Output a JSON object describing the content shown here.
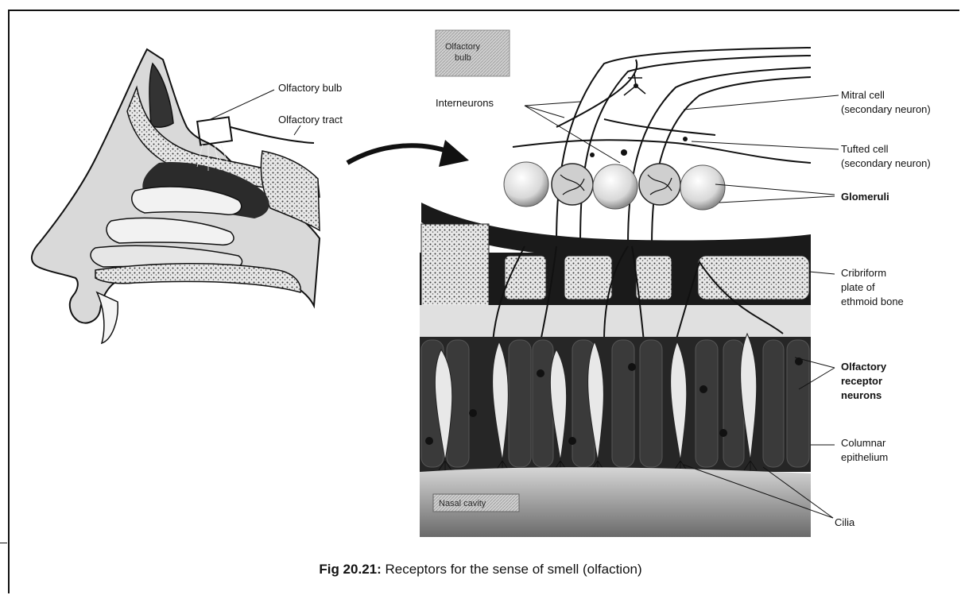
{
  "figure": {
    "caption_number": "Fig 20.21:",
    "caption_text": "Receptors for the sense of smell (olfaction)"
  },
  "labels": {
    "olfactory_bulb": "Olfactory bulb",
    "olfactory_tract": "Olfactory tract",
    "interneurons": "Interneurons",
    "mitral_cell_1": "Mitral cell",
    "mitral_cell_2": "(secondary neuron)",
    "tufted_cell_1": "Tufted cell",
    "tufted_cell_2": "(secondary neuron)",
    "glomeruli": "Glomeruli",
    "cribriform_1": "Cribriform",
    "cribriform_2": "plate of",
    "cribriform_3": "ethmoid bone",
    "receptor_1": "Olfactory",
    "receptor_2": "receptor",
    "receptor_3": "neurons",
    "columnar_1": "Columnar",
    "columnar_2": "epithelium",
    "cilia": "Cilia",
    "bulb_box_1": "Olfactory",
    "bulb_box_2": "bulb",
    "nasal_box": "Nasal cavity"
  }
}
